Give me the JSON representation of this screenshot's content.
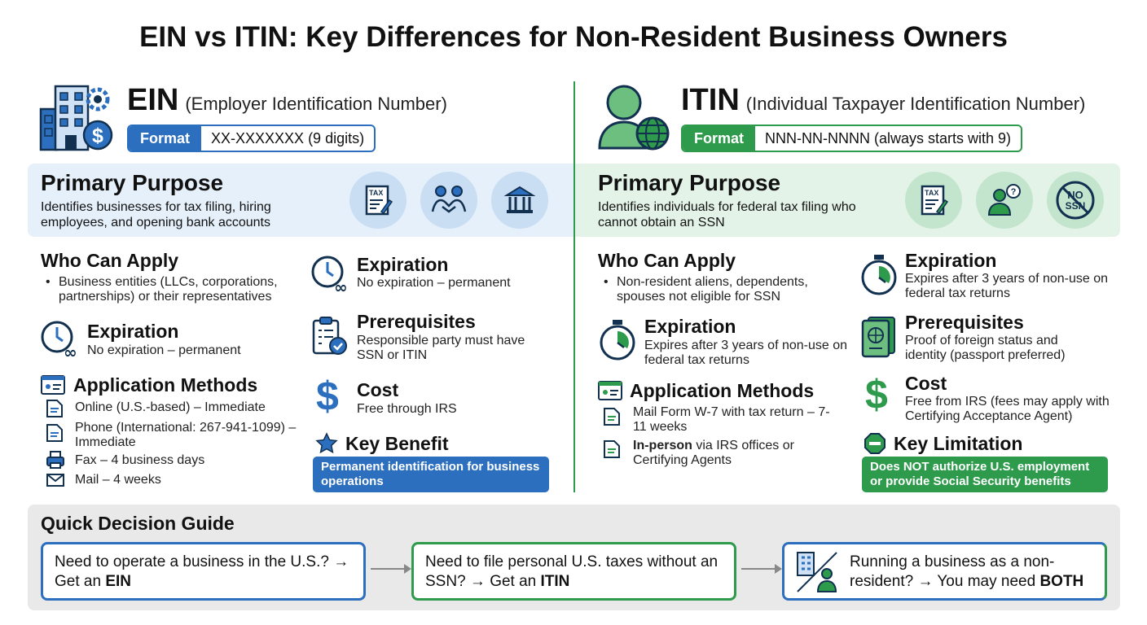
{
  "title": "EIN vs ITIN: Key Differences for Non-Resident Business Owners",
  "colors": {
    "ein_accent": "#2d6fbf",
    "itin_accent": "#2e9a4c",
    "ein_bg": "#e5f0fb",
    "itin_bg": "#e4f3e8"
  },
  "ein": {
    "name": "EIN",
    "full_name": "(Employer Identification Number)",
    "format_label": "Format",
    "format_value": "XX-XXXXXXX (9 digits)",
    "purpose_title": "Primary Purpose",
    "purpose_text": "Identifies businesses for tax filing, hiring employees, and opening bank accounts",
    "purpose_icons": [
      "tax-document-icon",
      "handshake-icon",
      "bank-icon"
    ],
    "tax_label": "TAX",
    "who_title": "Who Can Apply",
    "who_bullet": "Business entities (LLCs, corporations, partnerships) or their representatives",
    "expiration_title": "Expiration",
    "expiration_text": "No expiration – permanent",
    "methods_title": "Application Methods",
    "methods": [
      {
        "icon": "online-form-icon",
        "text": "Online (U.S.-based) – Immediate"
      },
      {
        "icon": "phone-form-icon",
        "text": "Phone (International: 267-941-1099) – Immediate"
      },
      {
        "icon": "fax-icon",
        "text": "Fax – 4 business days"
      },
      {
        "icon": "mail-icon",
        "text": "Mail – 4 weeks"
      }
    ],
    "expiration2_title": "Expiration",
    "expiration2_text": "No expiration – permanent",
    "prereq_title": "Prerequisites",
    "prereq_text": "Responsible party must have SSN or ITIN",
    "cost_title": "Cost",
    "cost_text": "Free through IRS",
    "benefit_title": "Key Benefit",
    "benefit_text": "Permanent identification for business operations"
  },
  "itin": {
    "name": "ITIN",
    "full_name": "(Individual Taxpayer Identification Number)",
    "format_label": "Format",
    "format_value": "NNN-NN-NNNN (always starts with 9)",
    "purpose_title": "Primary Purpose",
    "purpose_text": "Identifies individuals for federal tax filing who cannot obtain an SSN",
    "purpose_icons": [
      "tax-document-icon",
      "person-question-icon",
      "no-ssn-icon"
    ],
    "tax_label": "TAX",
    "no_ssn_label": "NO SSN",
    "who_title": "Who Can Apply",
    "who_bullet": "Non-resident aliens, dependents, spouses not eligible for SSN",
    "expiration_title": "Expiration",
    "expiration_text": "Expires after 3 years of non-use on federal tax returns",
    "methods_title": "Application Methods",
    "method1": "Mail Form W-7 with tax return – 7-11 weeks",
    "method2_bold": "In-person",
    "method2_rest": " via IRS offices or Certifying Agents",
    "expiration2_title": "Expiration",
    "expiration2_text": "Expires after 3 years of non-use on federal tax returns",
    "prereq_title": "Prerequisites",
    "prereq_text": "Proof of foreign status and identity (passport preferred)",
    "cost_title": "Cost",
    "cost_text": "Free from IRS (fees may apply with Certifying Acceptance Agent)",
    "limitation_title": "Key Limitation",
    "limitation_text": "Does NOT authorize U.S. employment or provide Social Security benefits"
  },
  "guide": {
    "title": "Quick Decision Guide",
    "box1_text": "Need to operate a business in the U.S.? → Get an ",
    "box1_bold": "EIN",
    "box2_text": "Need to file personal U.S. taxes without an SSN? → Get an ",
    "box2_bold": "ITIN",
    "box3_text": "Running a business as a non-resident? → You may need ",
    "box3_bold": "BOTH"
  }
}
